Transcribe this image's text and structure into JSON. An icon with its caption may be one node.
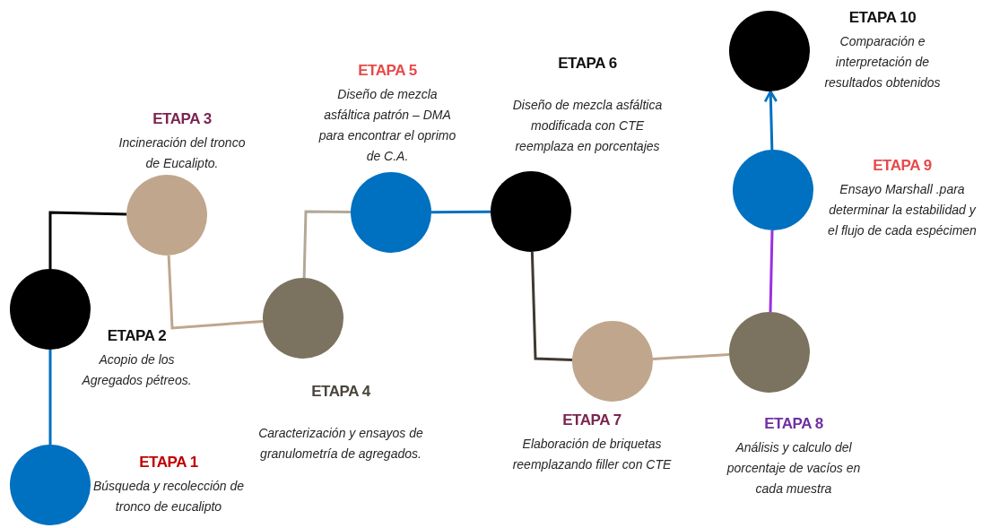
{
  "diagram": {
    "nodes": [
      {
        "text": [],
        "shape": "circle",
        "beside": [
          "ETAPA 1",
          "Búsqueda y recolección de tronco de eucalipto"
        ]
      },
      {
        "text": [],
        "shape": "circle",
        "beside": [
          "ETAPA 2",
          "Acopio de los Agregados pétreos."
        ]
      },
      {
        "text": [],
        "shape": "circle",
        "beside": [
          "ETAPA 3",
          "Incineración del tronco de Eucalipto."
        ]
      },
      {
        "text": [],
        "shape": "circle",
        "beside": [
          "ETAPA 4",
          "Caracterización y ensayos de granulometría de agregados."
        ]
      },
      {
        "text": [],
        "shape": "circle",
        "beside": [
          "ETAPA 5",
          "Diseño de mezcla asfáltica  patrón – DMA para  encontrar el oprimo de C.A."
        ]
      },
      {
        "text": [],
        "shape": "circle",
        "beside": [
          "ETAPA 6",
          "Diseño de mezcla asfáltica modificada con CTE reemplaza en porcentajes"
        ]
      },
      {
        "text": [],
        "shape": "circle",
        "beside": [
          "ETAPA 7",
          "Elaboración de briquetas reemplazando filler con CTE"
        ]
      },
      {
        "text": [],
        "shape": "circle",
        "beside": [
          "ETAPA 8",
          "Análisis y calculo del porcentaje de vacíos en cada muestra"
        ]
      },
      {
        "text": [],
        "shape": "circle",
        "beside": [
          "ETAPA 9",
          "Ensayo Marshall .para determinar la estabilidad y el flujo de cada espécimen"
        ]
      },
      {
        "text": [],
        "shape": "circle",
        "beside": [
          "ETAPA 10",
          "Comparación e interpretación de resultados obtenidos"
        ]
      }
    ],
    "edges": [
      {
        "from": 0,
        "to": 1,
        "arrow": "none"
      },
      {
        "from": 1,
        "to": 2,
        "arrow": "none",
        "color": "#000000"
      },
      {
        "from": 2,
        "to": 3,
        "arrow": "none",
        "color": "#c0a68c"
      },
      {
        "from": 3,
        "to": 4,
        "arrow": "none",
        "color": "#b3a898"
      },
      {
        "from": 4,
        "to": 5,
        "arrow": "none"
      },
      {
        "from": 5,
        "to": 6,
        "arrow": "none",
        "color": "#3f3a32"
      },
      {
        "from": 6,
        "to": 7,
        "arrow": "none",
        "color": "#c0a68c"
      },
      {
        "from": 7,
        "to": 8,
        "arrow": "none",
        "color": "#9b30e0"
      },
      {
        "from": 8,
        "to": 9,
        "arrow": "to"
      }
    ]
  }
}
